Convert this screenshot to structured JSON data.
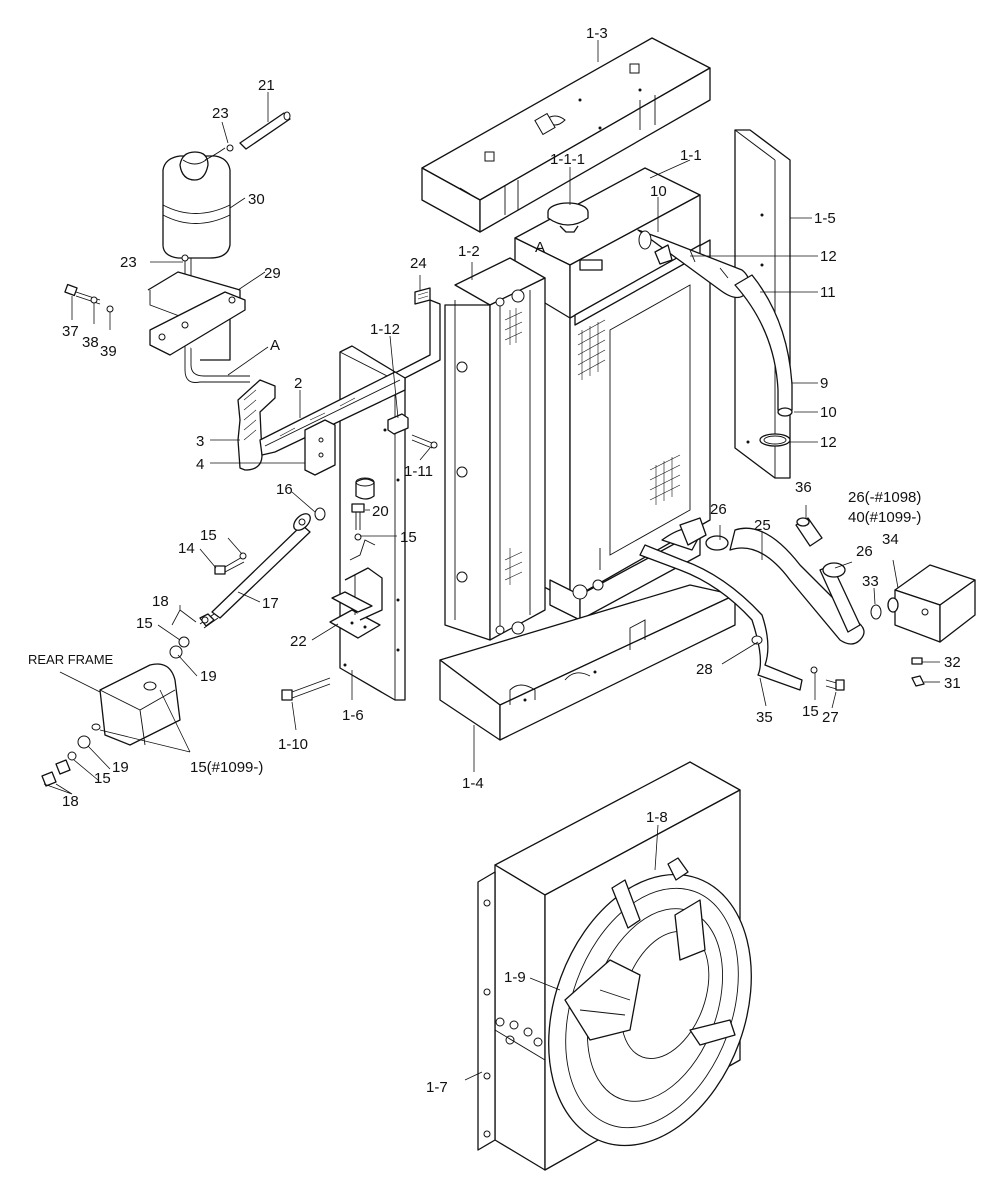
{
  "callouts": {
    "c_1_3": "1-3",
    "c_21": "21",
    "c_23_top": "23",
    "c_30": "30",
    "c_23_bottom": "23",
    "c_29": "29",
    "c_37": "37",
    "c_38": "38",
    "c_39": "39",
    "c_A_left": "A",
    "c_A_radiator": "A",
    "c_24": "24",
    "c_1_2": "1-2",
    "c_1_1_1": "1-1-1",
    "c_1_1": "1-1",
    "c_10_top": "10",
    "c_1_5": "1-5",
    "c_12_top": "12",
    "c_11": "11",
    "c_9": "9",
    "c_10_bottom": "10",
    "c_12_bottom": "12",
    "c_1_12": "1-12",
    "c_2": "2",
    "c_3": "3",
    "c_4": "4",
    "c_1_11": "1-11",
    "c_16": "16",
    "c_20": "20",
    "c_15_a": "15",
    "c_15_b": "15",
    "c_14": "14",
    "c_17": "17",
    "c_18_a": "18",
    "c_15_c": "15",
    "c_22": "22",
    "c_rear_frame": "REAR FRAME",
    "c_19_a": "19",
    "c_1_10": "1-10",
    "c_1_6": "1-6",
    "c_19_b": "19",
    "c_15_d": "15",
    "c_15_1099": "15(#1099-)",
    "c_18_b": "18",
    "c_36": "36",
    "c_26_1098": "26(-#1098)",
    "c_40_1099": "40(#1099-)",
    "c_26_a": "26",
    "c_25": "25",
    "c_26_b": "26",
    "c_34": "34",
    "c_33": "33",
    "c_28": "28",
    "c_32": "32",
    "c_31": "31",
    "c_15_e": "15",
    "c_27": "27",
    "c_35": "35",
    "c_1_4": "1-4",
    "c_1_8": "1-8",
    "c_1_9": "1-9",
    "c_1_7": "1-7"
  },
  "icons": {
    "filler_cap": "radiator-cap-icon",
    "reservoir": "coolant-tank-icon"
  }
}
